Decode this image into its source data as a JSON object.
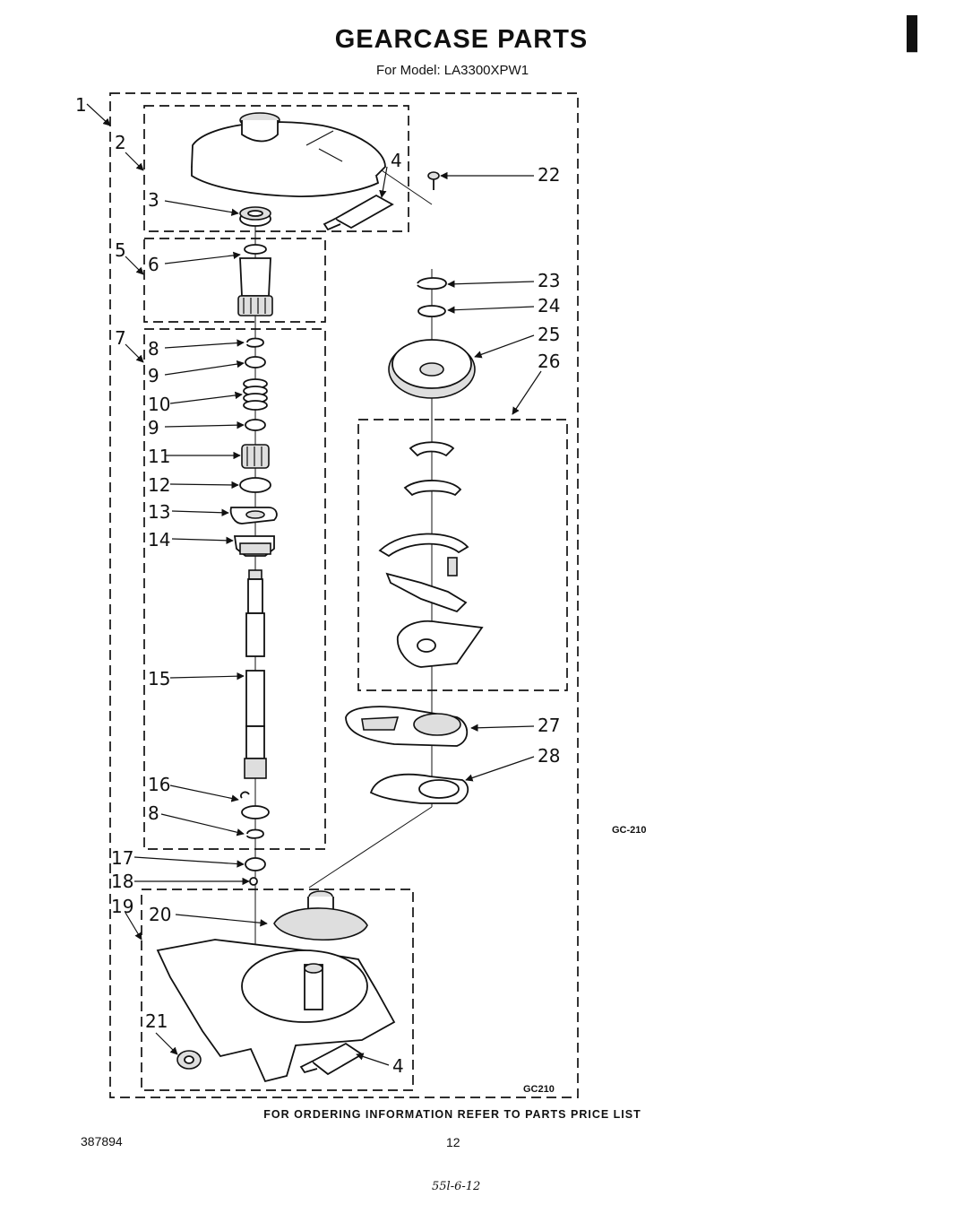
{
  "title": "GEARCASE PARTS",
  "subtitle": "For Model: LA3300XPW1",
  "footer": "FOR ORDERING INFORMATION REFER TO PARTS PRICE LIST",
  "doc_number": "387894",
  "page_number": "12",
  "diagram_code_right": "GC-210",
  "diagram_code_inner": "GC210",
  "handwritten_mark": "55l-6-12",
  "callouts": [
    "1",
    "2",
    "3",
    "4",
    "5",
    "6",
    "7",
    "8",
    "9",
    "10",
    "9",
    "11",
    "12",
    "13",
    "14",
    "15",
    "16",
    "8",
    "17",
    "18",
    "19",
    "20",
    "21",
    "4",
    "22",
    "23",
    "24",
    "25",
    "26",
    "27",
    "28"
  ]
}
